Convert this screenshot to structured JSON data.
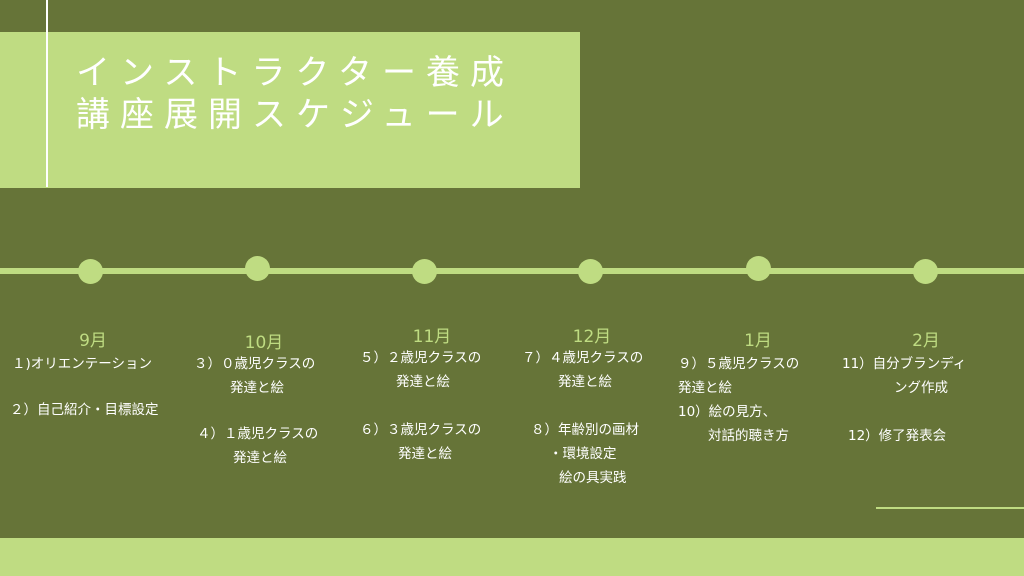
{
  "title": {
    "line1": "インストラクター養成",
    "line2": "講座展開スケジュール"
  },
  "colors": {
    "background": "#667438",
    "accent": "#bfdc82",
    "text": "#ffffff"
  },
  "months": [
    "9月",
    "10月",
    "11月",
    "12月",
    "1月",
    "2月"
  ],
  "items": {
    "sep_1": "１)オリエンテーション",
    "sep_2": "２）自己紹介・目標設定",
    "oct_1a": "３）０歳児クラスの",
    "oct_1b": "発達と絵",
    "oct_2a": "４）１歳児クラスの",
    "oct_2b": "発達と絵",
    "nov_1a": "５）２歳児クラスの",
    "nov_1b": "発達と絵",
    "nov_2a": "６）３歳児クラスの",
    "nov_2b": "発達と絵",
    "dec_1a": "７）４歳児クラスの",
    "dec_1b": "発達と絵",
    "dec_2a": "８）年齢別の画材",
    "dec_2b": "・環境設定",
    "dec_2c": "絵の具実践",
    "jan_1a": "９）５歳児クラスの",
    "jan_1b": "発達と絵",
    "jan_2a": "10）絵の見方、",
    "jan_2b": "対話的聴き方",
    "feb_1a": "11）自分ブランディ",
    "feb_1b": "ング作成",
    "feb_2": "12）修了発表会"
  }
}
